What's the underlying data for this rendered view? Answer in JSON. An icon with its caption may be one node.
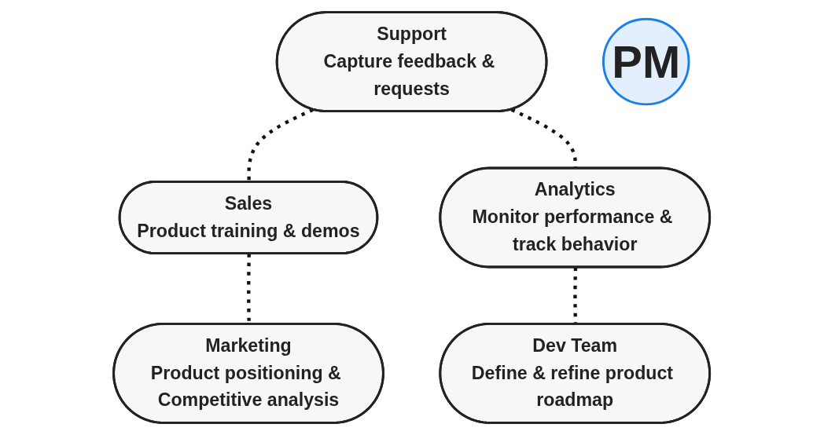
{
  "diagram": {
    "nodes": [
      {
        "text": [
          "Support",
          "Capture feedback & requests"
        ]
      },
      {
        "text": [
          "Sales",
          "Product training & demos"
        ]
      },
      {
        "text": [
          "Analytics",
          "Monitor performance & track behavior"
        ]
      },
      {
        "text": [
          "Marketing",
          "Product positioning & Competitive analysis"
        ]
      },
      {
        "text": [
          "PM"
        ]
      },
      {
        "text": [
          "Dev Team",
          "Define & refine product roadmap"
        ]
      }
    ],
    "edges": [
      {
        "from": 0,
        "to": 1,
        "arrow": "none",
        "style": "dashed"
      },
      {
        "from": 0,
        "to": 2,
        "arrow": "none",
        "style": "dashed"
      },
      {
        "from": 1,
        "to": 3,
        "arrow": "none",
        "style": "dashed"
      },
      {
        "from": 2,
        "to": 5,
        "arrow": "none",
        "style": "dashed"
      }
    ]
  }
}
